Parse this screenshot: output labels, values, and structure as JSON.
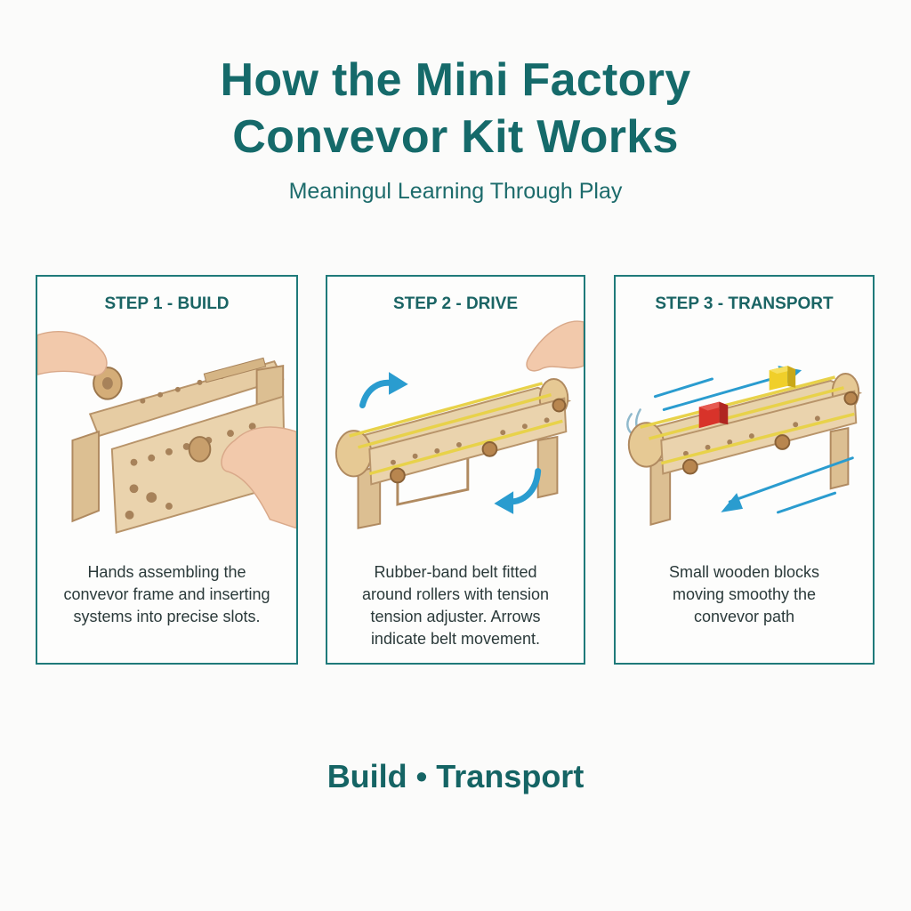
{
  "header": {
    "title_line1": "How the Mini Factory",
    "title_line2": "Convevor Kit Works",
    "subtitle": "Meaningul Learning Through Play"
  },
  "steps": [
    {
      "label": "STEP 1 - BUILD",
      "caption_lines": [
        "Hands assembling the",
        "convevor frame and inserting",
        "systems into precise slots."
      ],
      "image": "hands-assembling-frame"
    },
    {
      "label": "STEP 2 - DRIVE",
      "caption_lines": [
        "Rubber-band belt fitted",
        "around rollers with tension",
        "tension adjuster. Arrows",
        "indicate belt movement."
      ],
      "image": "belt-with-rotation-arrows"
    },
    {
      "label": "STEP 3 - TRANSPORT",
      "caption_lines": [
        "Small wooden blocks",
        "moving smoothy the",
        "convevor path"
      ],
      "image": "conveyor-with-blocks"
    }
  ],
  "footer": {
    "tagline": "Build • Transport"
  },
  "colors": {
    "accent": "#156a6a",
    "border": "#1f7a7a",
    "wood": "#e3c79c",
    "wood_dark": "#b8946a",
    "belt": "#e8d24a",
    "arrow": "#2a9ccf",
    "block_red": "#d8332a",
    "block_yellow": "#f0cf2a"
  }
}
